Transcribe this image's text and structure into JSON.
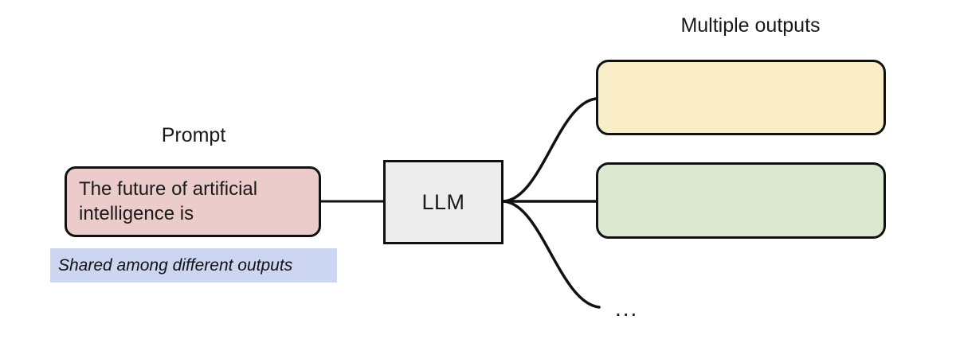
{
  "diagram": {
    "title_left": "Prompt",
    "title_right": "Multiple outputs",
    "prompt_text": "The future of artificial intelligence is",
    "model_label": "LLM",
    "shared_note": "Shared among different outputs",
    "ellipsis": "...",
    "outputs": [
      {
        "label": "",
        "color": "#faeec9"
      },
      {
        "label": "",
        "color": "#dbe7ce"
      }
    ],
    "colors": {
      "prompt_fill": "#eccbcb",
      "model_fill": "#ededed",
      "output_1_fill": "#faeec9",
      "output_2_fill": "#dbe7ce",
      "note_fill": "#ccd6f2",
      "stroke": "#111111",
      "text": "#1a1a1a",
      "background": "#ffffff"
    }
  }
}
